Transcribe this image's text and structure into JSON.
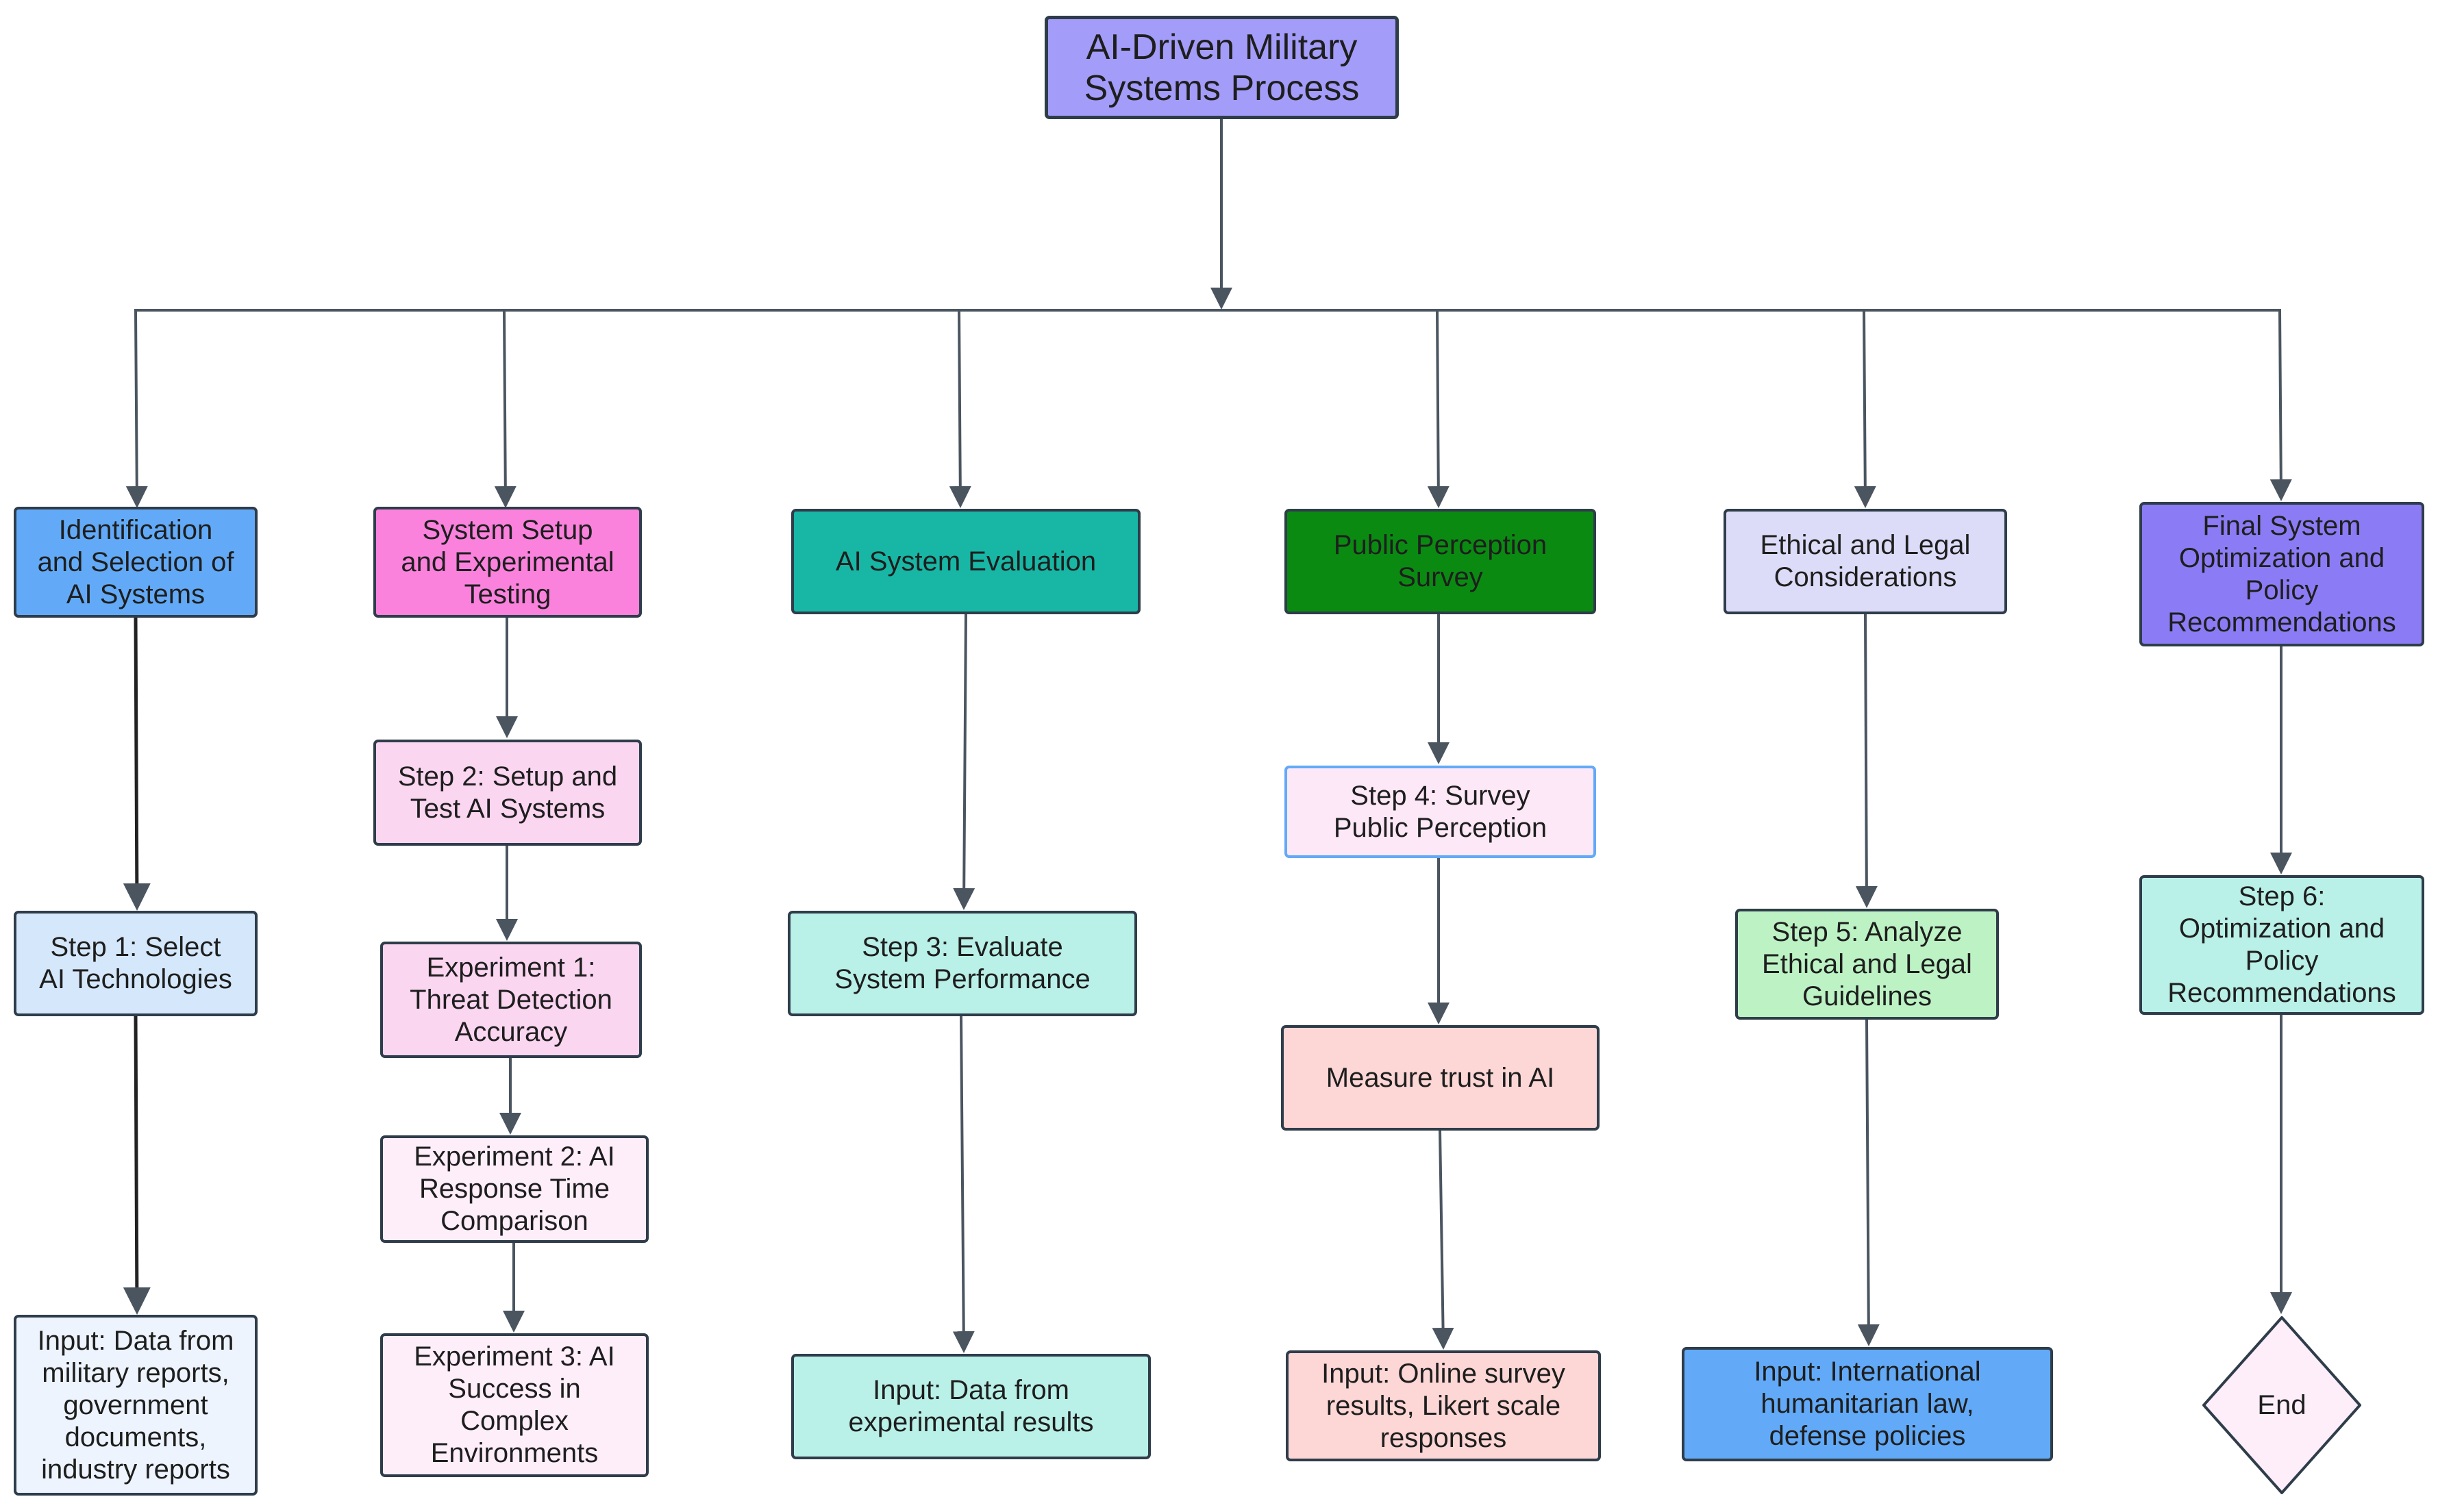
{
  "colors": {
    "edge": "#4a5560",
    "border": "#2f3d4a"
  },
  "nodes": {
    "title": {
      "label": "AI-Driven Military\nSystems Process",
      "fill": "#a39cf8"
    },
    "identification": {
      "label": "Identification\nand Selection of\nAI Systems",
      "fill": "#62aaf7"
    },
    "step1": {
      "label": "Step 1: Select\nAI Technologies",
      "fill": "#d5e7fb"
    },
    "input1": {
      "label": "Input: Data from\nmilitary reports,\ngovernment\ndocuments,\nindustry reports",
      "fill": "#edf4fd"
    },
    "setup": {
      "label": "System Setup\nand Experimental\nTesting",
      "fill": "#fa82dd"
    },
    "step2": {
      "label": "Step 2: Setup and\nTest AI Systems",
      "fill": "#fbd6f1"
    },
    "exp1": {
      "label": "Experiment 1:\nThreat Detection\nAccuracy",
      "fill": "#fbd6f1"
    },
    "exp2": {
      "label": "Experiment 2: AI\nResponse Time\nComparison",
      "fill": "#fdeefa"
    },
    "exp3": {
      "label": "Experiment 3: AI\nSuccess in\nComplex\nEnvironments",
      "fill": "#fdeefa"
    },
    "evaluation": {
      "label": "AI System Evaluation",
      "fill": "#18b6a5"
    },
    "step3": {
      "label": "Step 3: Evaluate\nSystem Performance",
      "fill": "#b9f0e8"
    },
    "input3": {
      "label": "Input: Data from\nexperimental results",
      "fill": "#b9f0e8"
    },
    "perception": {
      "label": "Public Perception\nSurvey",
      "fill": "#0b8a12"
    },
    "step4": {
      "label": "Step 4: Survey\nPublic Perception",
      "fill": "#fde8f8"
    },
    "trust": {
      "label": "Measure trust in AI",
      "fill": "#fdd6d6"
    },
    "input4": {
      "label": "Input: Online survey\nresults, Likert scale\nresponses",
      "fill": "#fdd6d6"
    },
    "ethical": {
      "label": "Ethical and Legal\nConsiderations",
      "fill": "#dcdcf8"
    },
    "step5": {
      "label": "Step 5: Analyze\nEthical and Legal\nGuidelines",
      "fill": "#bdf3c4"
    },
    "input5": {
      "label": "Input: International\nhumanitarian law,\ndefense policies",
      "fill": "#62aaf7"
    },
    "final": {
      "label": "Final System\nOptimization and\nPolicy\nRecommendations",
      "fill": "#8b7cf5"
    },
    "step6": {
      "label": "Step 6:\nOptimization and\nPolicy\nRecommendations",
      "fill": "#b9f0e8"
    },
    "end": {
      "label": "End",
      "fill": "#fdeefa"
    }
  }
}
